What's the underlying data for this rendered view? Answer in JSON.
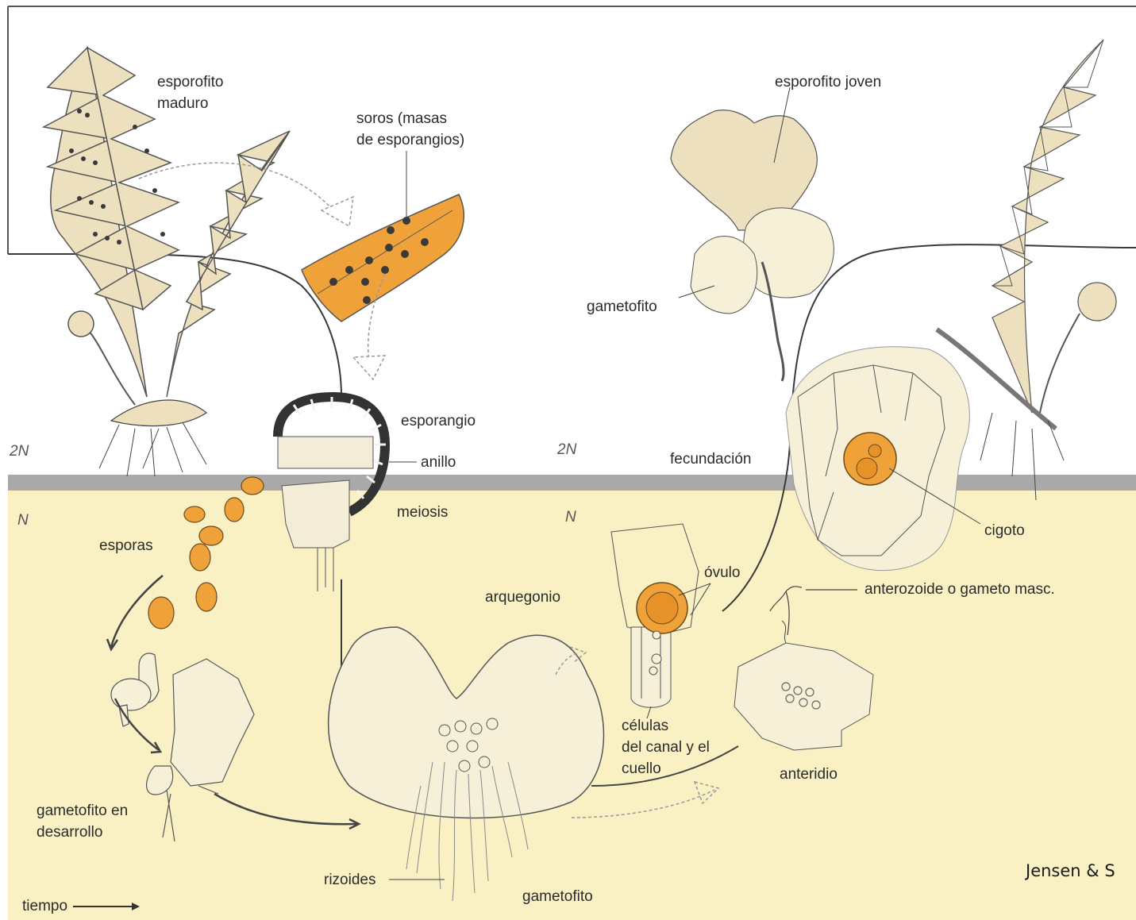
{
  "labels": {
    "esporofito_maduro": "esporofito",
    "esporofito_maduro_2": "maduro",
    "soros_1": "soros (masas",
    "soros_2": "de esporangios)",
    "esporofito_joven": "esporofito joven",
    "gametofito_top": "gametofito",
    "esporangio": "esporangio",
    "anillo": "anillo",
    "meiosis": "meiosis",
    "fecundacion": "fecundación",
    "esporas": "esporas",
    "cigoto": "cigoto",
    "ovulo": "óvulo",
    "arquegonio": "arquegonio",
    "anterozoide": "anterozoide o gameto masc.",
    "celulas_1": "células",
    "celulas_2": "del canal y el",
    "celulas_3": "cuello",
    "anteridio": "anteridio",
    "gametofito_dev_1": "gametofito en",
    "gametofito_dev_2": "desarrollo",
    "rizoides": "rizoides",
    "gametofito_bottom": "gametofito",
    "tiempo": "tiempo"
  },
  "ploidy": {
    "left_2n": "2N",
    "mid_2n": "2N",
    "left_n": "N",
    "mid_n": "N"
  },
  "credit": "Jensen & S",
  "colors": {
    "haploid_bg": "#f9f1c4",
    "band": "#a9a9a9",
    "orange": "#f0a23a",
    "plant": "#ede0be",
    "line": "#3a3a3a"
  }
}
